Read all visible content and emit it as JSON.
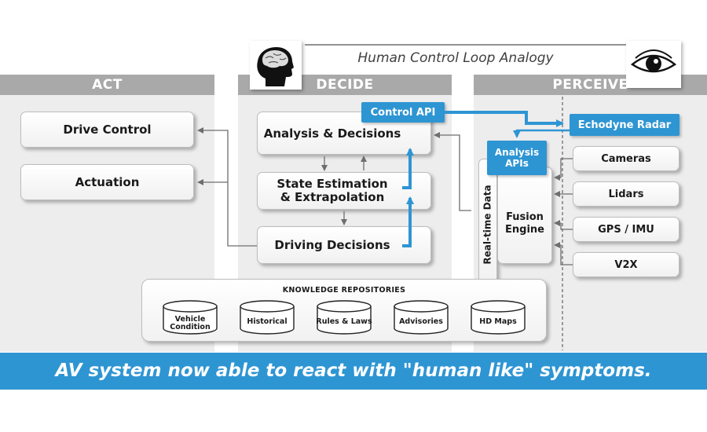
{
  "header": {
    "title": "Human Control Loop Analogy"
  },
  "columns": {
    "act": "ACT",
    "decide": "DECIDE",
    "perceive": "PERCEIVE"
  },
  "act": {
    "drive_control": "Drive Control",
    "actuation": "Actuation"
  },
  "decide": {
    "control_api": "Control API",
    "analysis_decisions": "Analysis & Decisions",
    "state_estimation_l1": "State Estimation",
    "state_estimation_l2": "& Extrapolation",
    "driving_decisions": "Driving Decisions"
  },
  "perceive": {
    "echodyne_radar": "Echodyne Radar",
    "analysis_apis_l1": "Analysis",
    "analysis_apis_l2": "APIs",
    "fusion_l1": "Fusion",
    "fusion_l2": "Engine",
    "real_time_data": "Real-time Data",
    "sensors": [
      "Cameras",
      "Lidars",
      "GPS / IMU",
      "V2X"
    ]
  },
  "knowledge": {
    "title": "KNOWLEDGE REPOSITORIES",
    "vehicle_l1": "Vehicle",
    "vehicle_l2": "Condition",
    "historical": "Historical",
    "rules": "Rules & Laws",
    "advisories": "Advisories",
    "hd_maps": "HD Maps"
  },
  "banner": {
    "text": "AV system now able to react with \"human like\" symptoms."
  },
  "colors": {
    "accent": "#2e95d3",
    "header_gray": "#a9a9a9",
    "panel": "#ededed",
    "arrow": "#6e6e6e"
  },
  "icons": {
    "brain": "head-brain-icon",
    "eye": "eye-icon"
  }
}
